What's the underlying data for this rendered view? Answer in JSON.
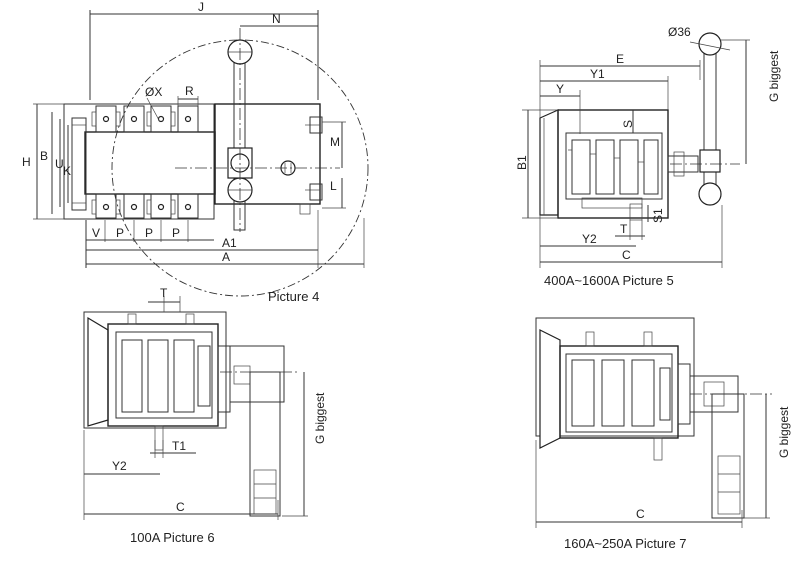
{
  "figures": [
    {
      "id": "picture4",
      "caption": "Picture 4",
      "dimensions": [
        "J",
        "N",
        "ØX",
        "R",
        "H",
        "B",
        "U",
        "K",
        "M",
        "L",
        "V",
        "P",
        "P",
        "P",
        "A1",
        "A"
      ]
    },
    {
      "id": "picture5",
      "caption": "400A~1600A  Picture 5",
      "dimensions": [
        "Ø36",
        "E",
        "Y1",
        "Y",
        "S",
        "B1",
        "G biggest",
        "S1",
        "T",
        "Y2",
        "C"
      ]
    },
    {
      "id": "picture6",
      "caption": "100A   Picture 6",
      "dimensions": [
        "T",
        "T1",
        "Y2",
        "G biggest",
        "C"
      ]
    },
    {
      "id": "picture7",
      "caption": "160A~250A  Picture 7",
      "dimensions": [
        "G biggest",
        "C"
      ]
    }
  ]
}
